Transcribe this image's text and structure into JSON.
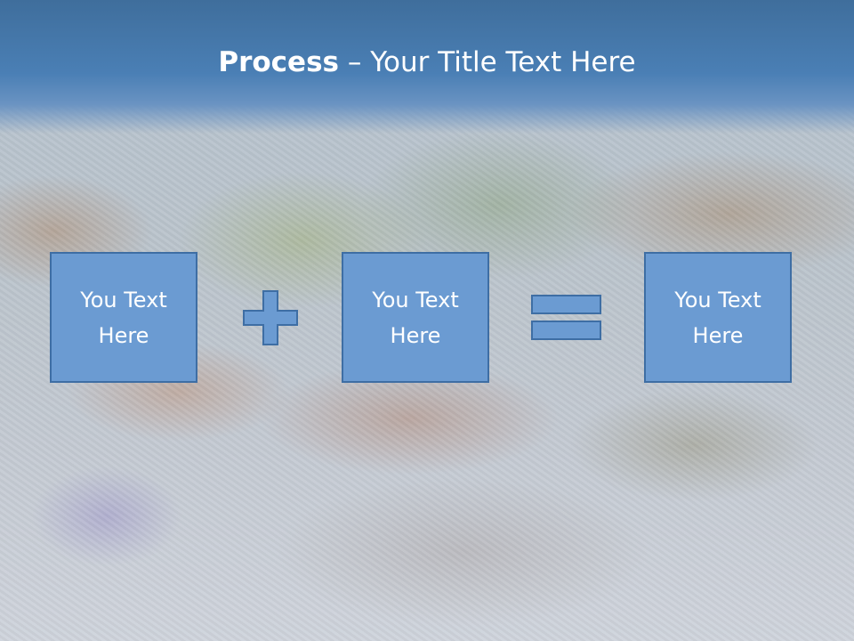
{
  "slide": {
    "title_bold": "Process",
    "title_rest": " – Your Title Text Here"
  },
  "process": {
    "boxes": [
      {
        "text": "You Text Here"
      },
      {
        "text": "You Text Here"
      },
      {
        "text": "You Text Here"
      }
    ],
    "operators": [
      "plus-icon",
      "equals-icon"
    ]
  },
  "colors": {
    "title_band": "#4a7fb5",
    "box_fill": "#6b9bd2",
    "box_border": "#3e6ea4",
    "text": "#ffffff"
  }
}
